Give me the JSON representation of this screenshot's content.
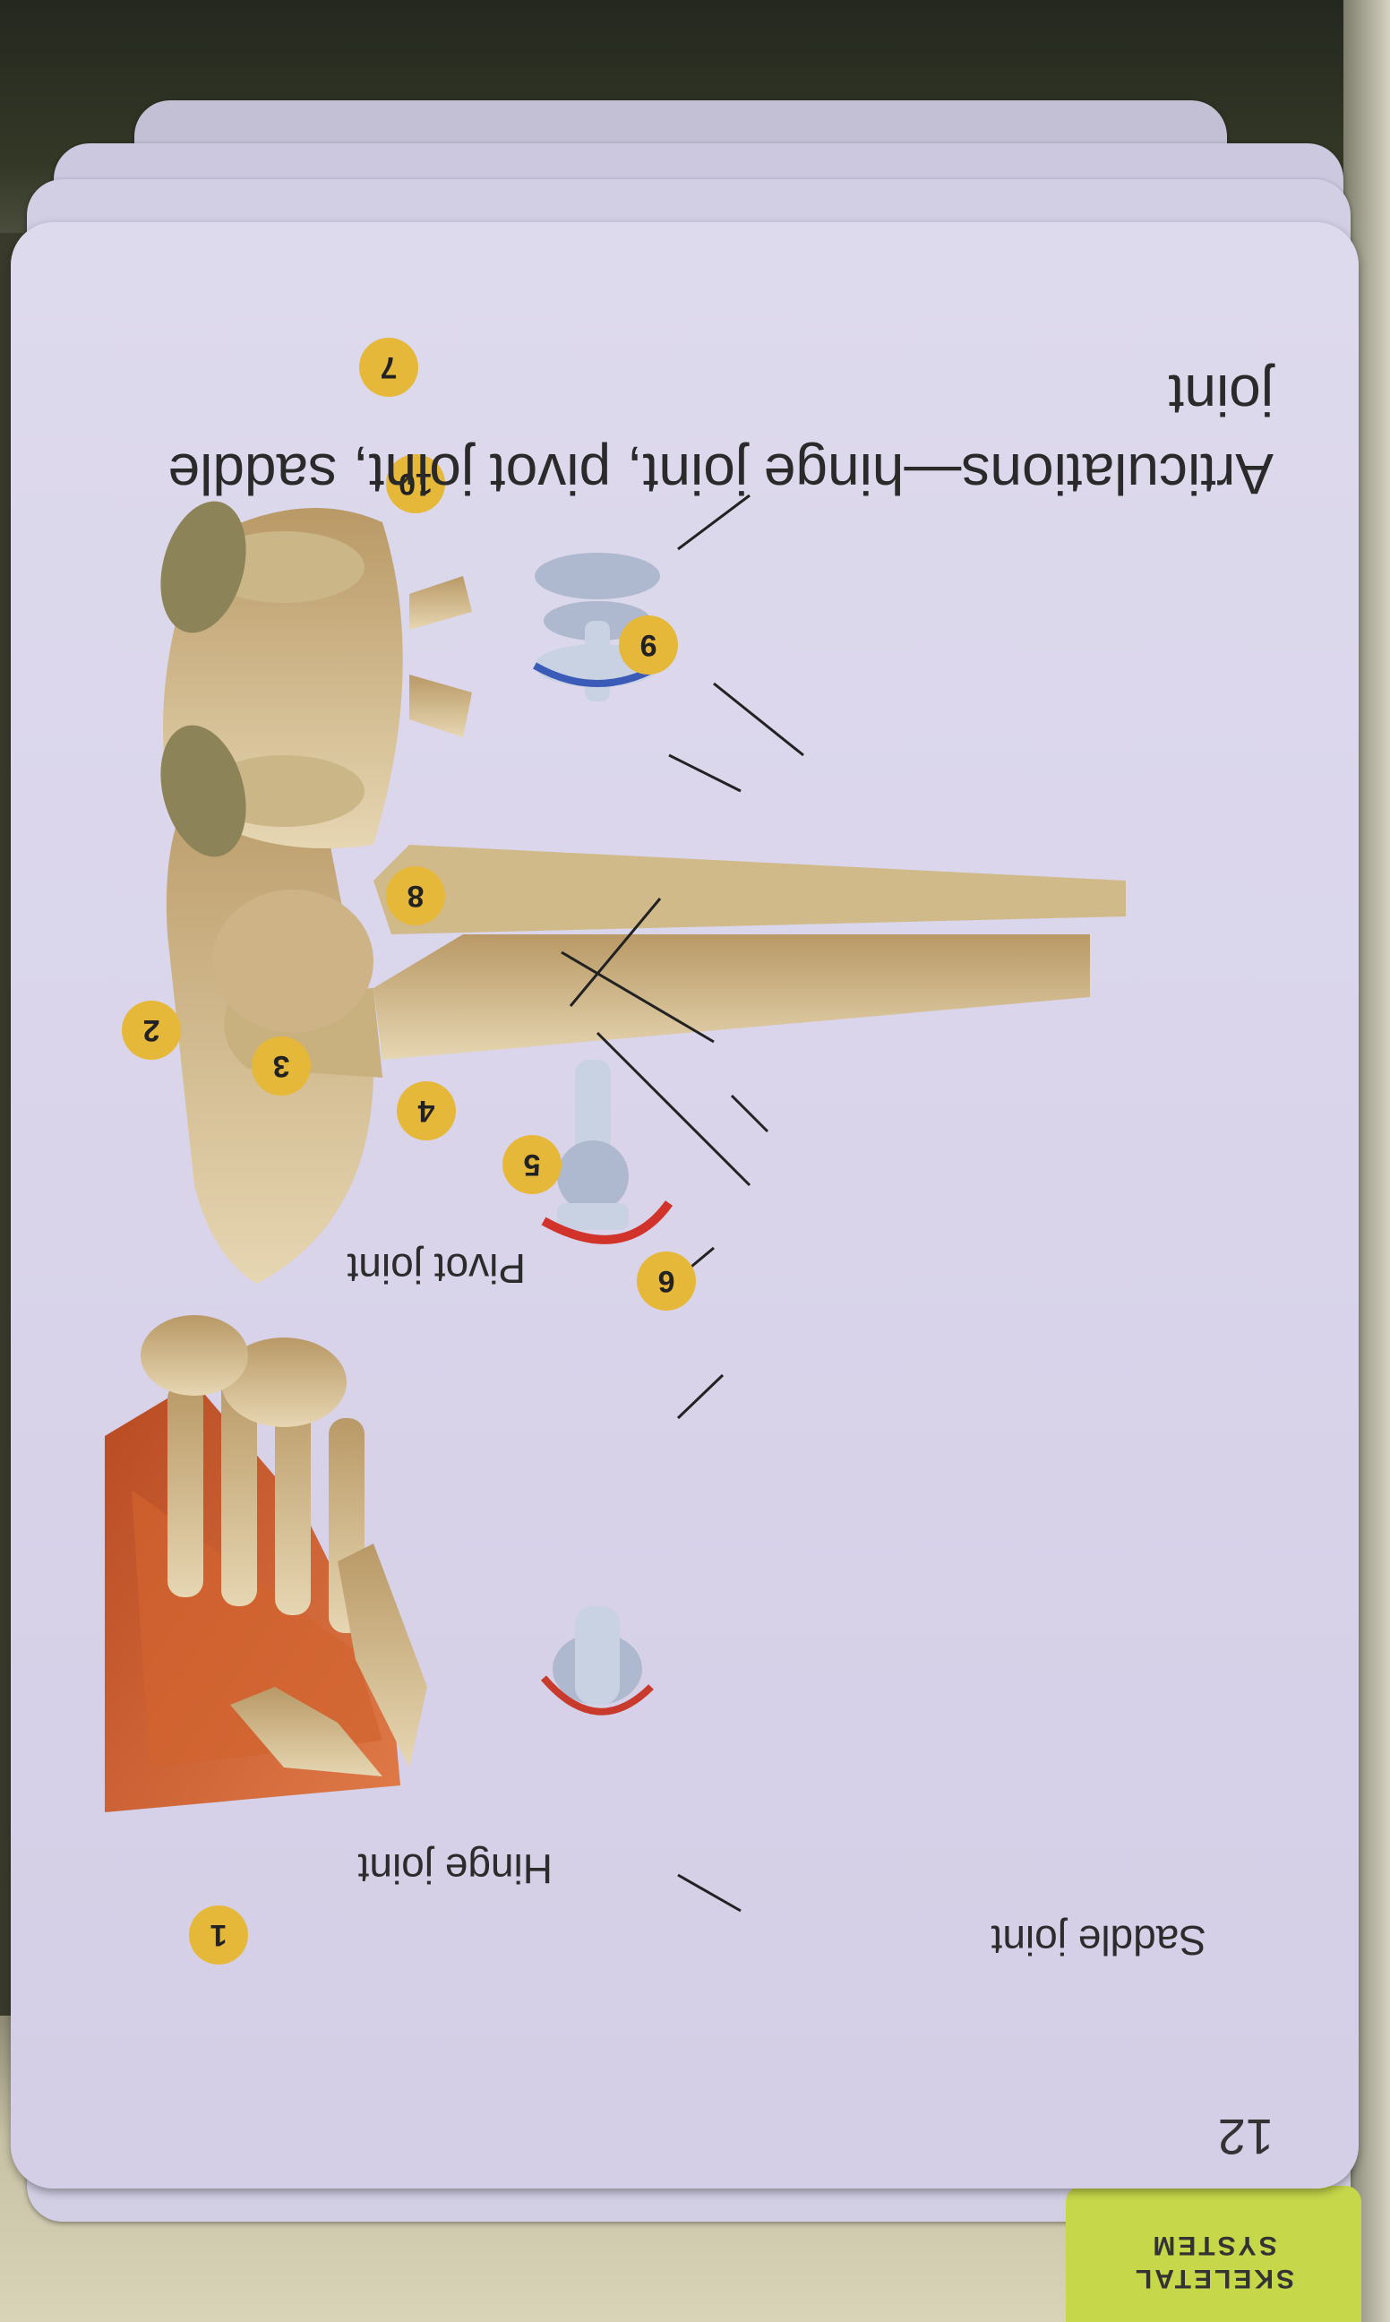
{
  "card": {
    "page_number": "12",
    "title": "Articulations—hinge joint, pivot joint, saddle joint"
  },
  "tab": {
    "line1": "SKELETAL",
    "line2": "SYSTEM",
    "color": "#c7d74a"
  },
  "labels": {
    "saddle": "Saddle joint",
    "hinge": "Hinge joint",
    "pivot": "Pivot joint"
  },
  "badges": [
    "1",
    "2",
    "3",
    "4",
    "5",
    "6",
    "7",
    "8",
    "9",
    "10"
  ],
  "colors": {
    "badge": "#e6b83a",
    "bone": "#d8c59a",
    "muscle": "#c9562c",
    "card": "#dcd7ec"
  },
  "illustrations": [
    "elbow-bones",
    "cervical-vertebrae",
    "hand-bones",
    "saddle-joint-icon",
    "hinge-joint-icon",
    "pivot-joint-icon"
  ]
}
